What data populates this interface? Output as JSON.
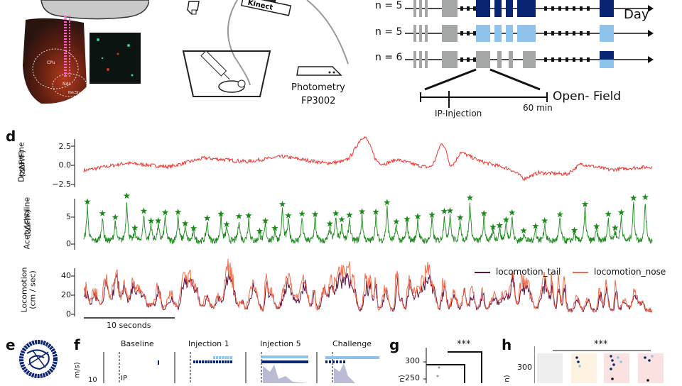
{
  "figure": {
    "panel_letters": {
      "d": "d",
      "e": "e",
      "f": "f",
      "g": "g",
      "h": "h"
    },
    "top": {
      "kinect": "Kinect",
      "photometry": "Photometry",
      "photometry_model": "FP3002",
      "brain_labels": [
        "CPu",
        "NAc",
        "NAcSh"
      ],
      "schedule": {
        "rows": [
          "n = 5",
          "n = 5",
          "n = 6"
        ],
        "day_label": "Day",
        "ip_injection": "IP-Injection",
        "duration": "60 min",
        "open_field": "Open- Field",
        "colors": {
          "grey": "#a5a7a7",
          "dark": "#0b2472",
          "light": "#8ec4ec"
        }
      }
    },
    "traces": {
      "dopamine": {
        "ylabel": "Dopamine",
        "unit": "(zΔF/F)",
        "ticks": [
          "2.5",
          "0.0",
          "−2.5"
        ],
        "color": "#f0322c"
      },
      "acetylcholine": {
        "ylabel": "Acetylcholine",
        "unit": "(zΔF/F)",
        "ticks": [
          "5",
          "0"
        ],
        "color": "#1e8a1e"
      },
      "locomotion": {
        "ylabel": "Locomotion",
        "unit": "(cm / sec)",
        "ticks": [
          "40",
          "20",
          "0"
        ],
        "legend": [
          "locomotion_tail",
          "locomotion_nose"
        ],
        "colors": [
          "#5e1240",
          "#f56a48"
        ]
      },
      "scalebar": "10 seconds"
    },
    "bottom": {
      "f_titles": [
        "Baseline",
        "Injection 1",
        "Injection 5",
        "Challenge"
      ],
      "f_ylabel": "m/s)",
      "f_tick": "10",
      "f_ip": "IP",
      "g_sig": "***",
      "g_ticks": [
        "300",
        "250"
      ],
      "g_ylabel": "n)",
      "h_sig": "***",
      "h_tick": "300",
      "h_ylabel": "n)"
    }
  }
}
